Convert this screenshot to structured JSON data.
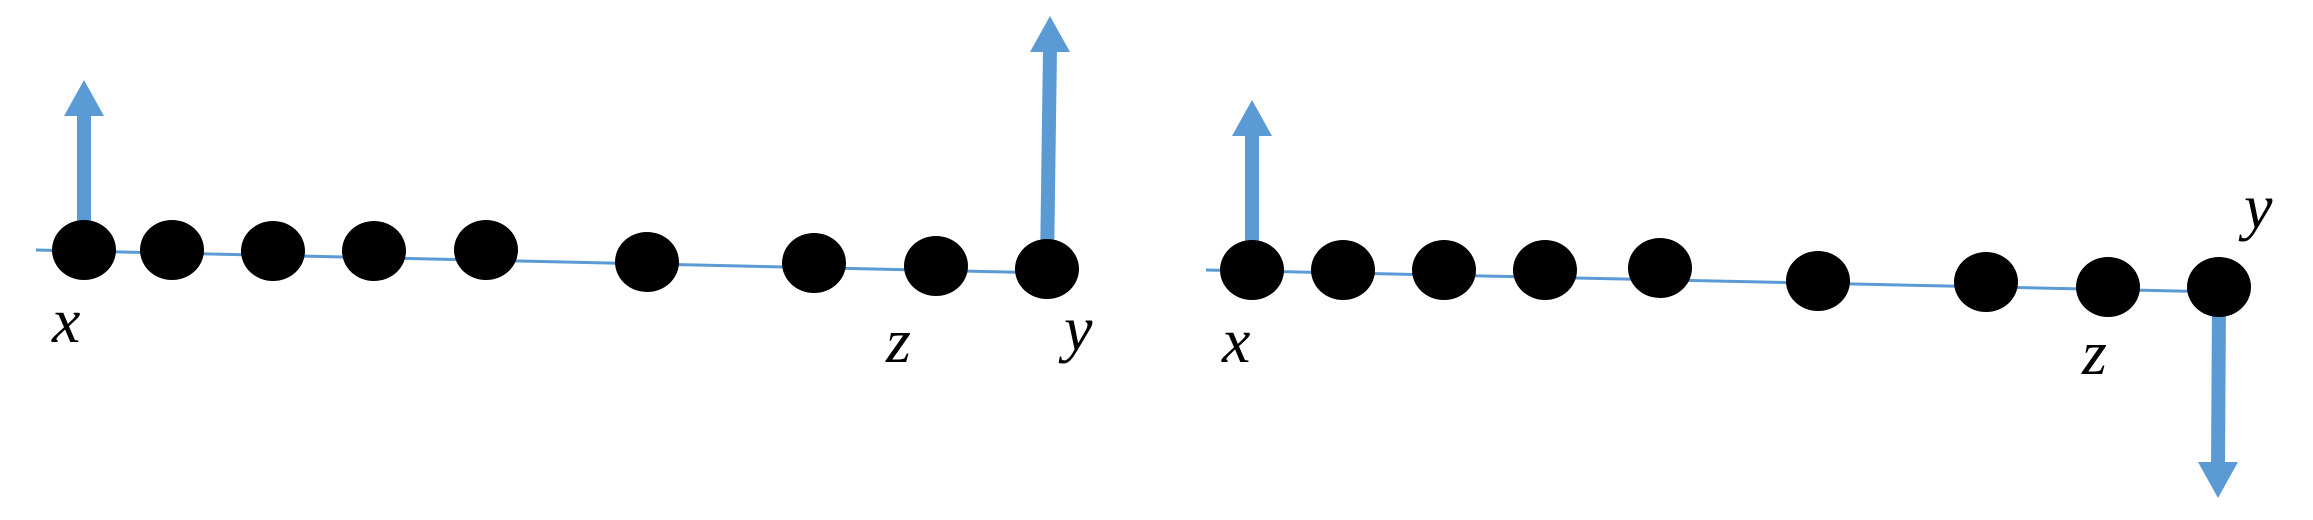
{
  "colors": {
    "line": "#5b9bd5",
    "arrow": "#5b9bd5",
    "node": "#000000",
    "label": "#000000"
  },
  "panels": [
    {
      "name": "left-panel",
      "node_count": 9,
      "arrows": [
        {
          "at": "x",
          "direction": "up"
        },
        {
          "at": "y",
          "direction": "up"
        }
      ],
      "labels": {
        "x": "x",
        "z": "z",
        "y": "y"
      }
    },
    {
      "name": "right-panel",
      "node_count": 9,
      "arrows": [
        {
          "at": "x",
          "direction": "up"
        },
        {
          "at": "y",
          "direction": "down"
        }
      ],
      "labels": {
        "x": "x",
        "z": "z",
        "y": "y"
      }
    }
  ]
}
